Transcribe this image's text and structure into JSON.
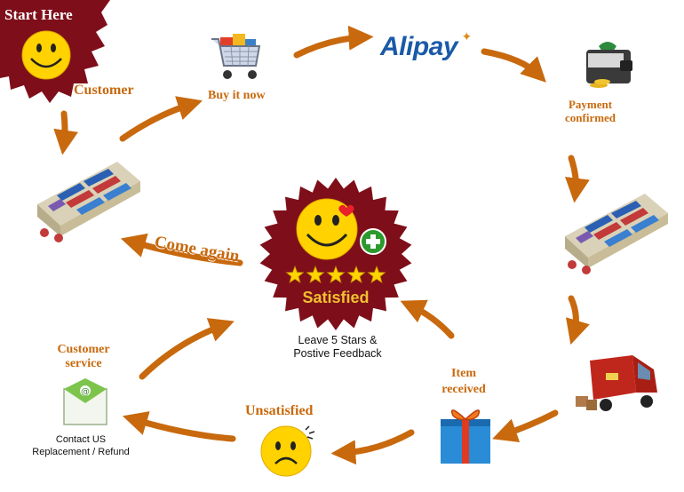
{
  "start": {
    "text": "Start Here"
  },
  "nodes": {
    "customer": "Customer",
    "buy": "Buy it now",
    "brand": "Alipay",
    "payment": [
      "Payment",
      "confirmed"
    ],
    "item_received": [
      "Item",
      "received"
    ],
    "customer_service": [
      "Customer",
      "service"
    ],
    "unsatisfied": "Unsatisfied",
    "come_again": "Come again"
  },
  "center": {
    "badge_label": "Satisfied",
    "stars": 5,
    "caption_lines": [
      "Leave 5 Stars &",
      "Postive Feedback"
    ]
  },
  "contact": {
    "lines": [
      "Contact US",
      "Replacement / Refund"
    ]
  },
  "colors": {
    "arrow": "#c8690e",
    "label": "#c8690e",
    "badge": "#7e0f1a",
    "smiley": "#ffd200",
    "star": "#ffd400",
    "plus": "#2c9a2c",
    "alipay": "#1a5aa8"
  },
  "icons": [
    "smiley-icon",
    "shopping-cart-icon",
    "alipay-logo",
    "wallet-icon",
    "warehouse-icon",
    "delivery-truck-icon",
    "gift-box-icon",
    "sad-face-icon",
    "envelope-icon",
    "star-icon",
    "plus-icon",
    "heart-icon"
  ]
}
